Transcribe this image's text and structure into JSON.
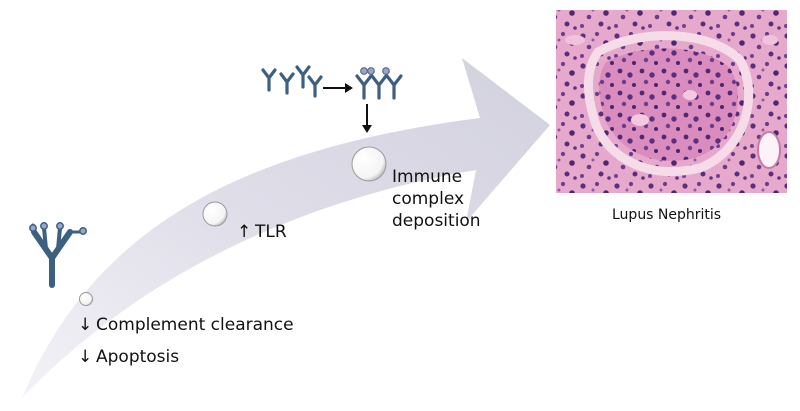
{
  "steps": {
    "complement": {
      "arrow": "↓",
      "label": "Complement clearance"
    },
    "apoptosis": {
      "arrow": "↓",
      "label": "Apoptosis"
    },
    "tlr": {
      "arrow": "↑",
      "label": "TLR"
    },
    "immune": {
      "lines": [
        "Immune",
        "complex",
        "deposition"
      ]
    }
  },
  "histology": {
    "caption": "Lupus Nephritis"
  },
  "colors": {
    "big_arrow": "#dcdbe6",
    "antibody": "#3d5f80",
    "antigen": "#9aa6c6",
    "histology_pink": "#e3a3c6",
    "histology_purple": "#5a2f82"
  },
  "icons": [
    "antibody-icon",
    "immune-complex-icon",
    "arrow-right-icon",
    "arrow-down-icon",
    "step-circle-icon"
  ]
}
